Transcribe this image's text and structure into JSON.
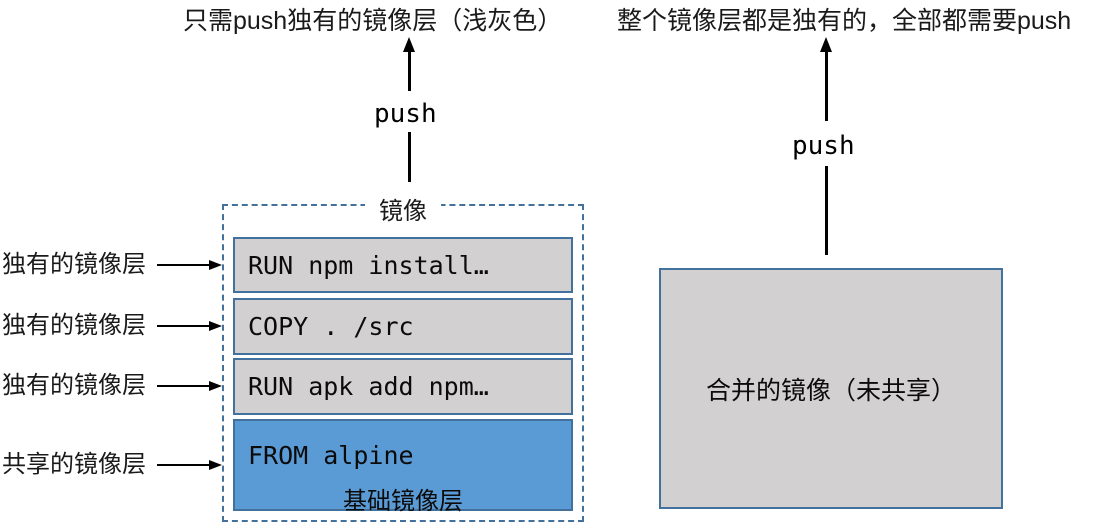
{
  "captions": {
    "left": "只需push独有的镜像层（浅灰色）",
    "right": "整个镜像层都是独有的，全部都需要push"
  },
  "left_group": {
    "push_label": "push",
    "container_title": "镜像",
    "row_labels": [
      "独有的镜像层",
      "独有的镜像层",
      "独有的镜像层",
      "共享的镜像层"
    ],
    "layers": [
      {
        "code": "RUN npm install…"
      },
      {
        "code": "COPY . /src"
      },
      {
        "code": "RUN apk add npm…"
      },
      {
        "code": "FROM alpine",
        "sublabel": "基础镜像层"
      }
    ]
  },
  "right_group": {
    "push_label": "push",
    "box_label": "合并的镜像（未共享）"
  },
  "colors": {
    "layer_gray": "#d2d0d0",
    "layer_blue": "#5b9bd5",
    "outline_blue": "#41719c",
    "arrow_black": "#000000",
    "background": "#ffffff"
  }
}
